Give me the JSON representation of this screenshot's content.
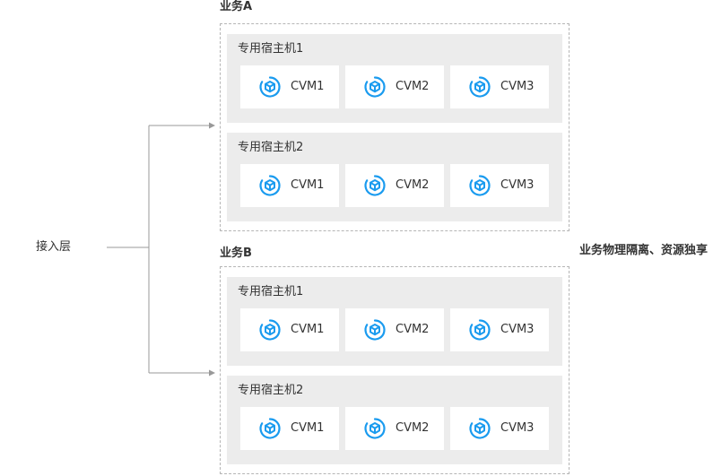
{
  "entry": {
    "label": "接入层"
  },
  "note": {
    "label": "业务物理隔离、资源独享"
  },
  "businesses": [
    {
      "title": "业务A",
      "hosts": [
        {
          "title": "专用宿主机1",
          "vms": [
            "CVM1",
            "CVM2",
            "CVM3"
          ]
        },
        {
          "title": "专用宿主机2",
          "vms": [
            "CVM1",
            "CVM2",
            "CVM3"
          ]
        }
      ]
    },
    {
      "title": "业务B",
      "hosts": [
        {
          "title": "专用宿主机1",
          "vms": [
            "CVM1",
            "CVM2",
            "CVM3"
          ]
        },
        {
          "title": "专用宿主机2",
          "vms": [
            "CVM1",
            "CVM2",
            "CVM3"
          ]
        }
      ]
    }
  ],
  "colors": {
    "accent": "#1a9bef",
    "host_bg": "#ececec",
    "border": "#b5b5b5",
    "line": "#999999"
  },
  "icons": {
    "vm": "cube-icon"
  }
}
